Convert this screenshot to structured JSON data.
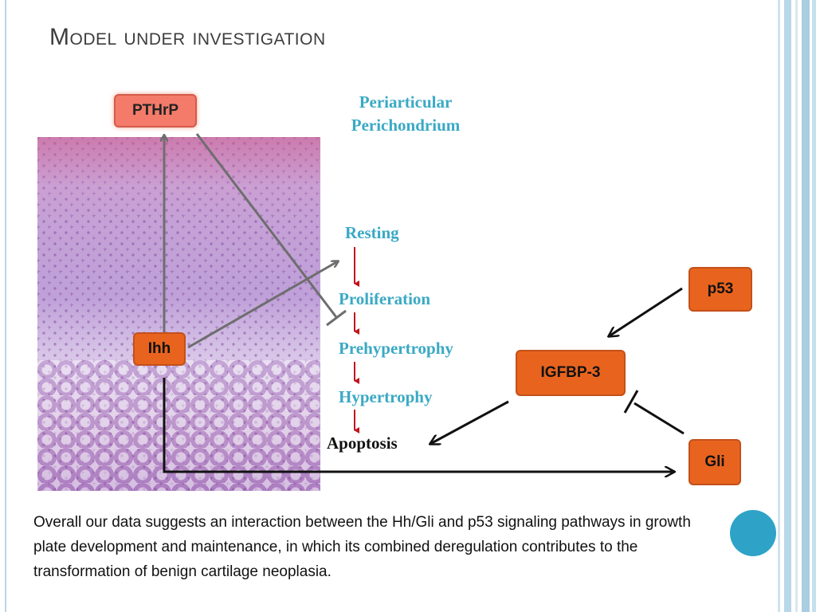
{
  "slide": {
    "title": "Model under investigation",
    "summary": "Overall our data suggests an interaction between the Hh/Gli and p53 signaling pathways in growth plate development and maintenance, in which its combined deregulation contributes to the transformation of benign cartilage neoplasia."
  },
  "diagram": {
    "nodes": {
      "pthrp": "PTHrP",
      "ihh": "Ihh",
      "p53": "p53",
      "igfbp3": "IGFBP-3",
      "gli": "Gli"
    },
    "region_label": [
      "Periarticular",
      "Perichondrium"
    ],
    "stages": [
      "Resting",
      "Proliferation",
      "Prehypertrophy",
      "Hypertrophy"
    ],
    "terminal_stage": "Apoptosis"
  },
  "colors": {
    "node_fill": "#e8641e",
    "node_light_fill": "#f47a6a",
    "stage_text": "#3aa9c4",
    "stage_arrow": "#c0161f",
    "connector_gray": "#6e6e6e",
    "connector_black": "#111111",
    "accent_dot": "#2ea3c7"
  }
}
